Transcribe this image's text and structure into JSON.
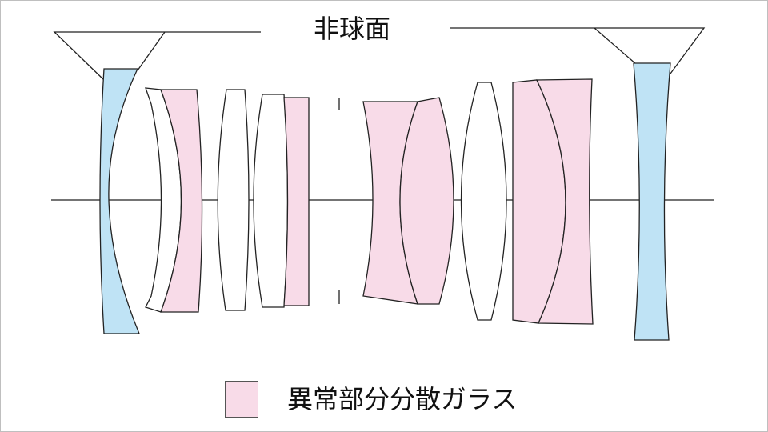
{
  "labels": {
    "aspheric": "非球面",
    "legend": "異常部分分散ガラス"
  },
  "colors": {
    "aspheric_fill": "#bfe3f5",
    "ed_fill": "#f8dbe8",
    "normal_fill": "#ffffff",
    "line": "#222222"
  },
  "lens_types": [
    "aspheric",
    "normal",
    "ed",
    "normal",
    "normal",
    "ed",
    "ed",
    "ed",
    "normal",
    "ed",
    "ed",
    "aspheric"
  ]
}
